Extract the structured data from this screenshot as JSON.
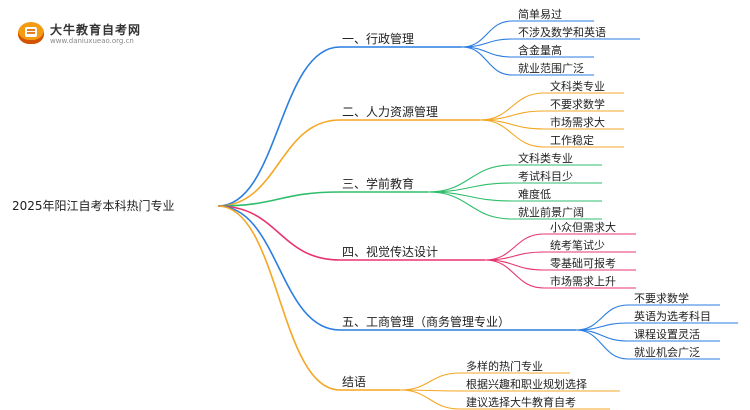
{
  "logo": {
    "title": "大牛教育自考网",
    "url": "www.daniuxueao.org.cn"
  },
  "root": "2025年阳江自考本科热门专业",
  "branches": [
    {
      "label": "一、行政管理",
      "color": "#2a7de1",
      "leaves": [
        "简单易过",
        "不涉及数学和英语",
        "含金量高",
        "就业范围广泛"
      ]
    },
    {
      "label": "二、人力资源管理",
      "color": "#f5a623",
      "leaves": [
        "文科类专业",
        "不要求数学",
        "市场需求大",
        "工作稳定"
      ]
    },
    {
      "label": "三、学前教育",
      "color": "#2ebd6b",
      "leaves": [
        "文科类专业",
        "考试科目少",
        "难度低",
        "就业前景广阔"
      ]
    },
    {
      "label": "四、视觉传达设计",
      "color": "#e8336d",
      "leaves": [
        "小众但需求大",
        "统考笔试少",
        "零基础可报考",
        "市场需求上升"
      ]
    },
    {
      "label": "五、工商管理（商务管理专业）",
      "color": "#2a7de1",
      "leaves": [
        "不要求数学",
        "英语为选考科目",
        "课程设置灵活",
        "就业机会广泛"
      ]
    },
    {
      "label": "结语",
      "color": "#f5a623",
      "leaves": [
        "多样的热门专业",
        "根据兴趣和职业规划选择",
        "建议选择大牛教育自考"
      ]
    }
  ]
}
